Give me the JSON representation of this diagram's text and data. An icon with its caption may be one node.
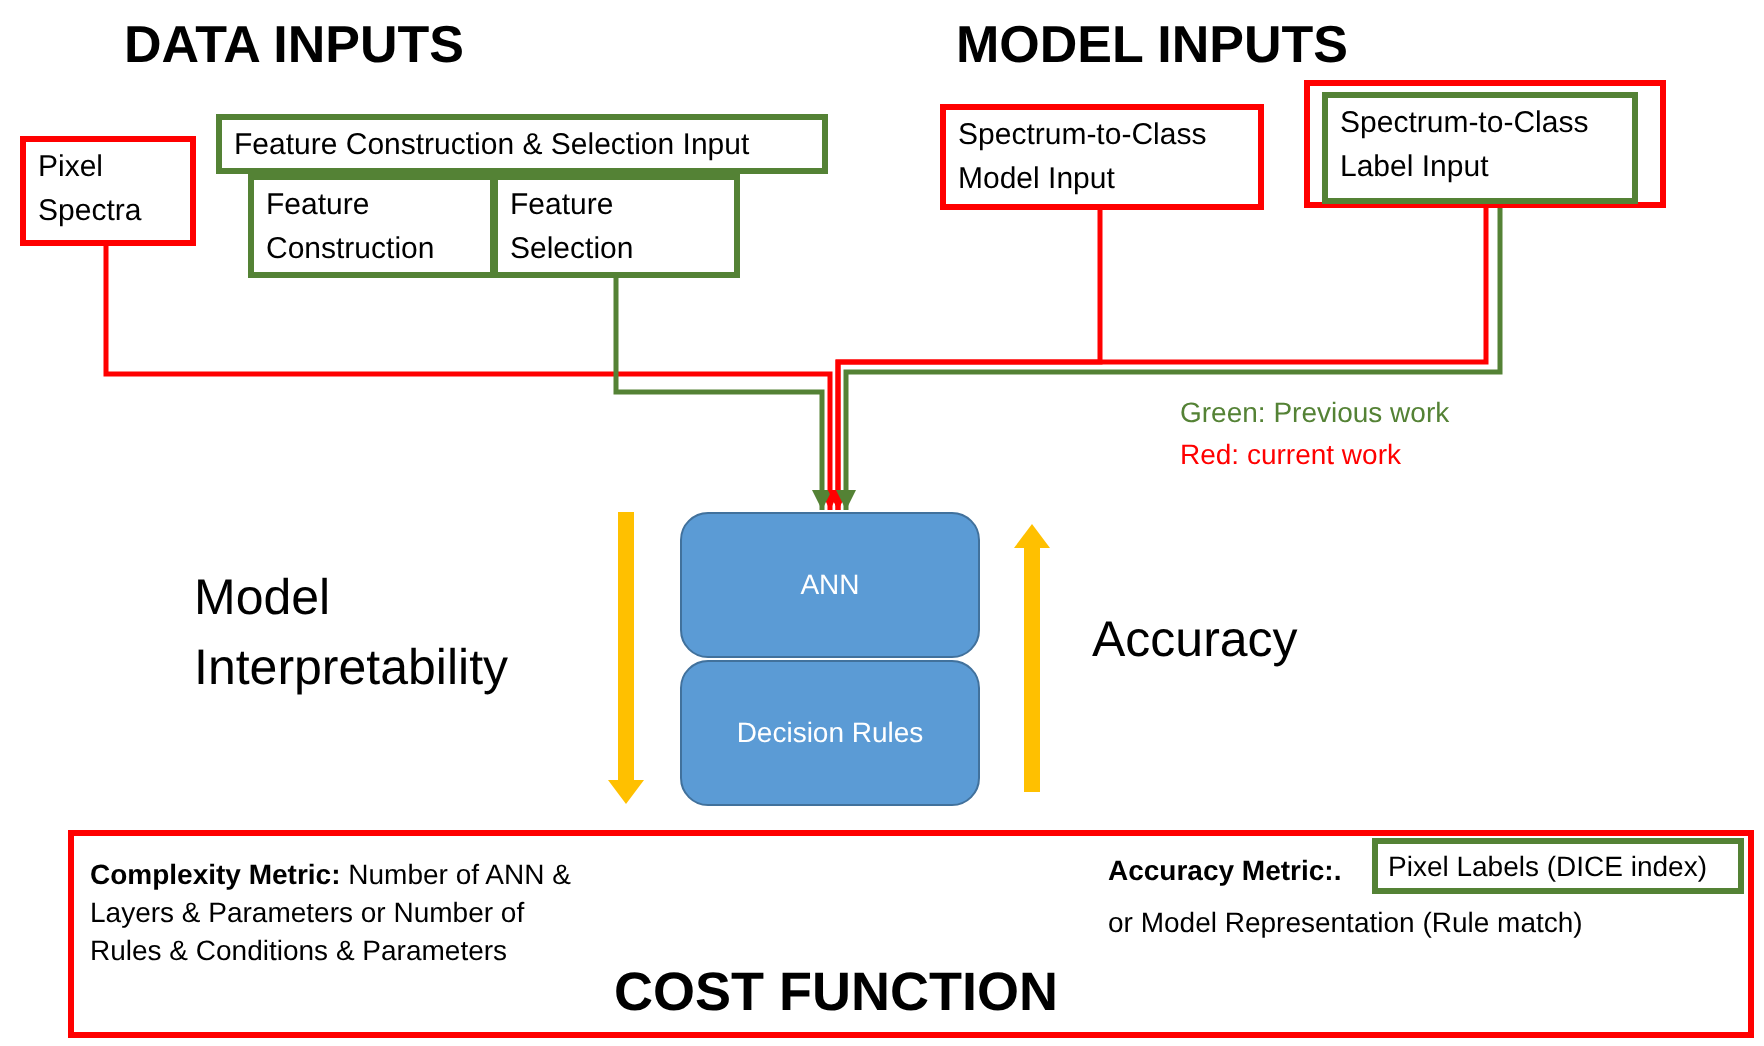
{
  "diagram": {
    "nodes": [
      {
        "text": [
          "Pixel Spectra"
        ]
      },
      {
        "text": [
          "Feature Construction & Selection Input"
        ]
      },
      {
        "text": [
          "Feature Construction"
        ]
      },
      {
        "text": [
          "Feature Selection"
        ]
      },
      {
        "text": [
          "Spectrum-to-Class Model Input"
        ]
      },
      {
        "text": [],
        "shape": "box"
      },
      {
        "text": [
          "Spectrum-to-Class Label Input"
        ],
        "in": 5
      },
      {
        "text": [
          "ANN"
        ]
      },
      {
        "text": [
          "Decision Rules"
        ]
      },
      {
        "text": [
          "**Complexity Metric:**  Number of ANN & Layers & Parameters or Number of Rules & Conditions & Parameters",
          "Accuracy Metric:.",
          "or Model Representation (Rule match)",
          "COST FUNCTION"
        ]
      },
      {
        "text": [
          "Pixel Labels (DICE index)"
        ],
        "in": 9
      }
    ],
    "edges": [
      {
        "from": 0,
        "to": 7,
        "arrow": "to",
        "color": "#ff0000"
      },
      {
        "from": 3,
        "to": 7,
        "arrow": "to",
        "color": "#548235"
      },
      {
        "from": 4,
        "to": 7,
        "arrow": "to",
        "color": "#ff0000"
      },
      {
        "from": 5,
        "to": 7,
        "arrow": "to",
        "color": "#ff0000"
      },
      {
        "from": 6,
        "to": 7,
        "arrow": "to",
        "color": "#548235"
      }
    ],
    "labels": [
      "DATA INPUTS",
      "MODEL INPUTS",
      "Model Interpretability",
      "Accuracy"
    ],
    "legend": [
      {
        "text": "Green: Previous work",
        "color": "#548235"
      },
      {
        "text": "Red: current work",
        "color": "#ff0000"
      }
    ]
  }
}
